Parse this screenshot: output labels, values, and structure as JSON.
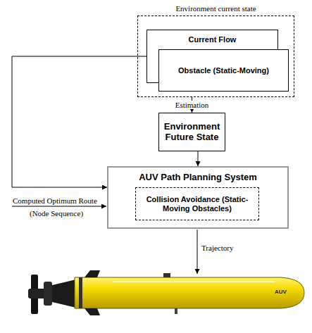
{
  "diagram": {
    "nodes": [
      {
        "text": [
          "Environment current state"
        ]
      },
      {
        "text": [
          "Current Flow"
        ],
        "in": 0
      },
      {
        "text": [
          "Obstacle (Static-Moving)"
        ],
        "in": 0
      },
      {
        "text": [
          "Environment Future State"
        ]
      },
      {
        "text": [
          "AUV Path Planning System"
        ]
      },
      {
        "text": [
          "Collision Avoidance (Static-Moving Obstacles)"
        ],
        "in": 4
      }
    ],
    "edges": [
      {
        "from": 0,
        "to": 3,
        "label": "Estimation",
        "arrow": "to"
      },
      {
        "from": 3,
        "to": 4,
        "arrow": "to"
      },
      {
        "from": 1,
        "to": 4,
        "arrow": "to"
      }
    ],
    "labels": [
      "Computed Optimum Route",
      "(Node Sequence)",
      "Trajectory",
      "AUV"
    ]
  }
}
